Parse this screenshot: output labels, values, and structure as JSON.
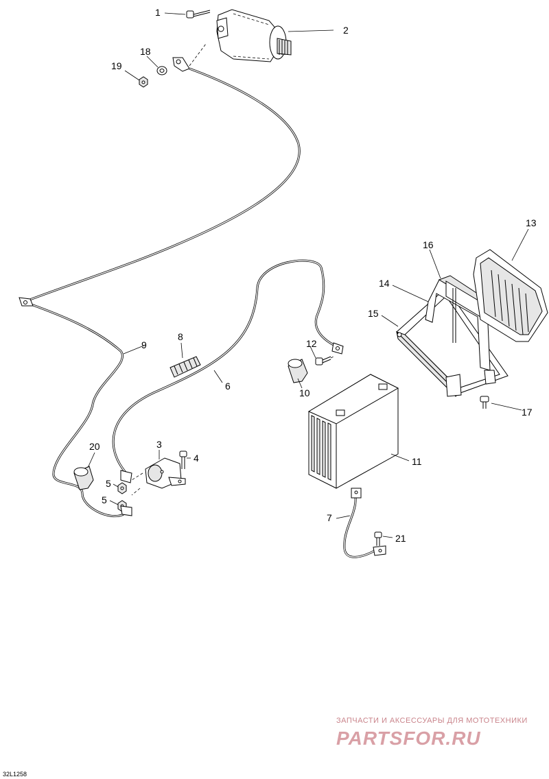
{
  "diagram": {
    "reference_code": "32L1258",
    "callouts": [
      {
        "id": "1",
        "label": "1"
      },
      {
        "id": "2",
        "label": "2"
      },
      {
        "id": "3",
        "label": "3"
      },
      {
        "id": "4",
        "label": "4"
      },
      {
        "id": "5a",
        "label": "5"
      },
      {
        "id": "5b",
        "label": "5"
      },
      {
        "id": "6",
        "label": "6"
      },
      {
        "id": "7",
        "label": "7"
      },
      {
        "id": "8",
        "label": "8"
      },
      {
        "id": "9",
        "label": "9"
      },
      {
        "id": "10",
        "label": "10"
      },
      {
        "id": "11",
        "label": "11"
      },
      {
        "id": "12",
        "label": "12"
      },
      {
        "id": "13",
        "label": "13"
      },
      {
        "id": "14",
        "label": "14"
      },
      {
        "id": "15",
        "label": "15"
      },
      {
        "id": "16",
        "label": "16"
      },
      {
        "id": "17",
        "label": "17"
      },
      {
        "id": "18",
        "label": "18"
      },
      {
        "id": "19",
        "label": "19"
      },
      {
        "id": "20",
        "label": "20"
      },
      {
        "id": "21",
        "label": "21"
      }
    ]
  },
  "watermark": {
    "tagline": "ЗАПЧАСТИ И АКСЕССУАРЫ ДЛЯ МОТОТЕХНИКИ",
    "brand": "PARTSFOR.RU"
  }
}
